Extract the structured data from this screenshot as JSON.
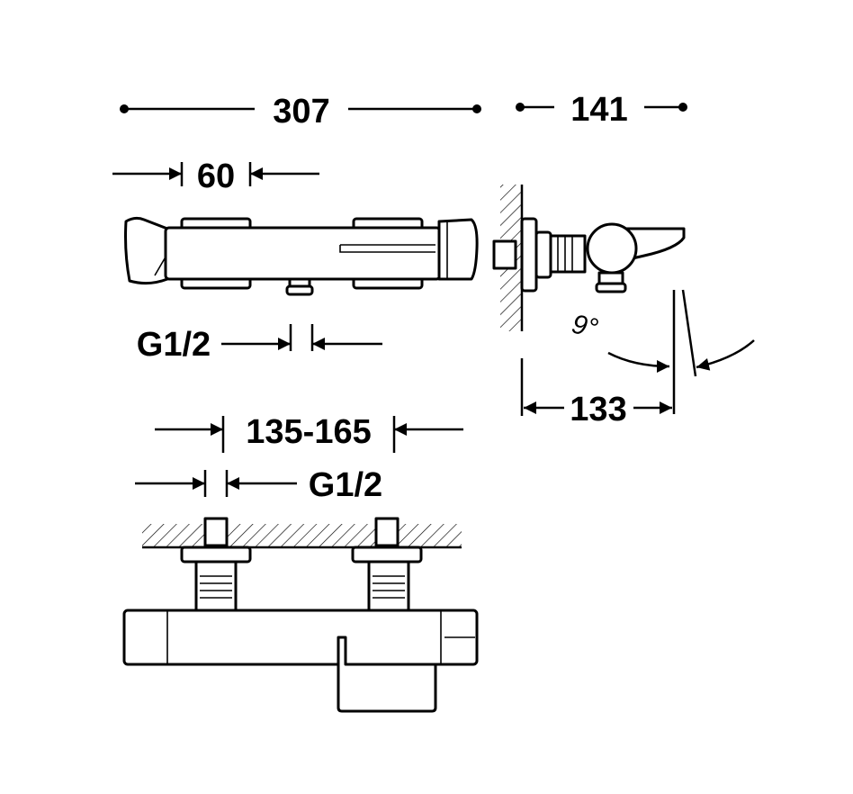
{
  "dimensions": {
    "overall_length": "307",
    "depth": "141",
    "handle_width": "60",
    "inlet_top": "G1/2",
    "projection": "133",
    "angle": "9°",
    "center_distance": "135-165",
    "inlet_front": "G1/2"
  },
  "colors": {
    "ink": "#000000",
    "background": "#ffffff"
  }
}
